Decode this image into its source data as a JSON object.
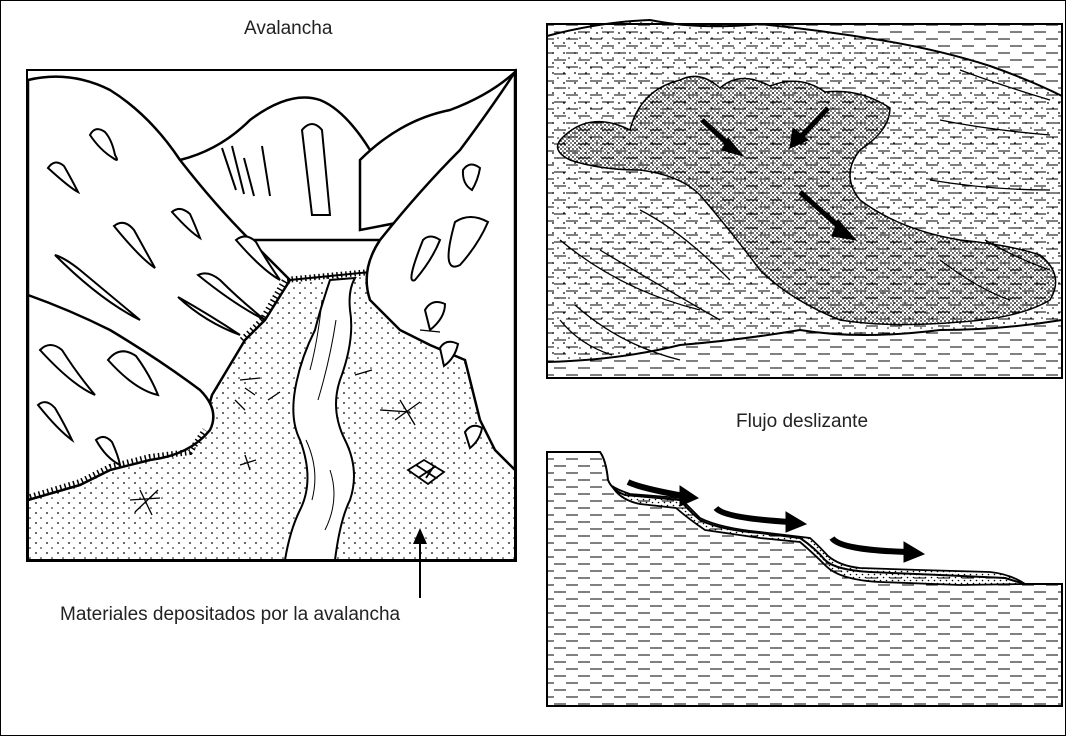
{
  "labels": {
    "avalancha": "Avalancha",
    "materiales": "Materiales depositados por la avalancha",
    "flujo": "Flujo deslizante"
  },
  "colors": {
    "ink": "#000000",
    "background": "#ffffff"
  }
}
